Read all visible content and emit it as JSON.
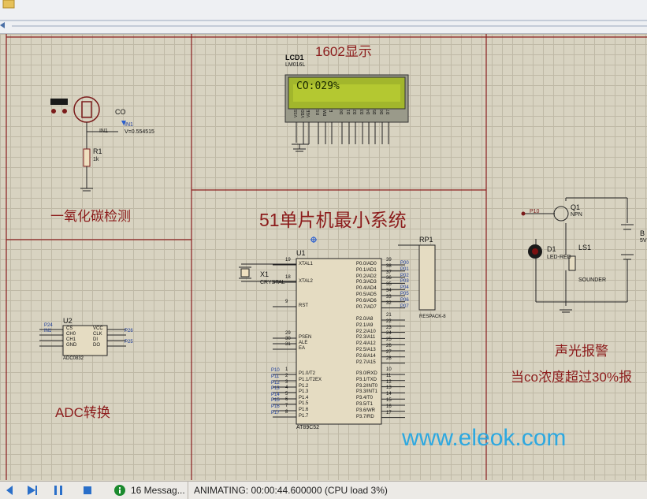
{
  "window": {
    "title_icon": "folder-icon"
  },
  "sections": {
    "lcd_title": "1602显示",
    "co_title": "一氧化碳检测",
    "mcu_title": "51单片机最小系统",
    "adc_title": "ADC转换",
    "alarm_title": "声光报警",
    "alarm_desc": "当co浓度超过30%报"
  },
  "lcd": {
    "ref": "LCD1",
    "model": "LM016L",
    "display": "CO:029%",
    "pins": [
      "VSS",
      "VDD",
      "VEE",
      "RS",
      "RW",
      "E",
      "D0",
      "D1",
      "D2",
      "D3",
      "D4",
      "D5",
      "D6",
      "D7"
    ]
  },
  "sensor": {
    "name": "CO",
    "pin": "IN1",
    "probe_label": "IN1",
    "probe_value": "V=0.554515",
    "resistor_ref": "R1",
    "resistor_value": "1k"
  },
  "mcu": {
    "ref": "U1",
    "model": "AT89C52",
    "left_pins": [
      {
        "num": "19",
        "name": "XTAL1"
      },
      {
        "num": "18",
        "name": "XTAL2"
      },
      {
        "num": "9",
        "name": "RST"
      },
      {
        "num": "29",
        "name": "PSEN"
      },
      {
        "num": "30",
        "name": "ALE"
      },
      {
        "num": "31",
        "name": "EA"
      },
      {
        "num": "1",
        "name": "P1.0/T2"
      },
      {
        "num": "2",
        "name": "P1.1/T2EX"
      },
      {
        "num": "3",
        "name": "P1.2"
      },
      {
        "num": "4",
        "name": "P1.3"
      },
      {
        "num": "5",
        "name": "P1.4"
      },
      {
        "num": "6",
        "name": "P1.5"
      },
      {
        "num": "7",
        "name": "P1.6"
      },
      {
        "num": "8",
        "name": "P1.7"
      }
    ],
    "right_pins": [
      {
        "num": "39",
        "name": "P0.0/AD0"
      },
      {
        "num": "38",
        "name": "P0.1/AD1"
      },
      {
        "num": "37",
        "name": "P0.2/AD2"
      },
      {
        "num": "36",
        "name": "P0.3/AD3"
      },
      {
        "num": "35",
        "name": "P0.4/AD4"
      },
      {
        "num": "34",
        "name": "P0.5/AD5"
      },
      {
        "num": "33",
        "name": "P0.6/AD6"
      },
      {
        "num": "32",
        "name": "P0.7/AD7"
      },
      {
        "num": "21",
        "name": "P2.0/A8"
      },
      {
        "num": "22",
        "name": "P2.1/A9"
      },
      {
        "num": "23",
        "name": "P2.2/A10"
      },
      {
        "num": "24",
        "name": "P2.3/A11"
      },
      {
        "num": "25",
        "name": "P2.4/A12"
      },
      {
        "num": "26",
        "name": "P2.5/A13"
      },
      {
        "num": "27",
        "name": "P2.6/A14"
      },
      {
        "num": "28",
        "name": "P2.7/A15"
      },
      {
        "num": "10",
        "name": "P3.0/RXD"
      },
      {
        "num": "11",
        "name": "P3.1/TXD"
      },
      {
        "num": "12",
        "name": "P3.2/INT0"
      },
      {
        "num": "13",
        "name": "P3.3/INT1"
      },
      {
        "num": "14",
        "name": "P3.4/T0"
      },
      {
        "num": "15",
        "name": "P3.5/T1"
      },
      {
        "num": "16",
        "name": "P3.6/WR"
      },
      {
        "num": "17",
        "name": "P3.7/RD"
      }
    ],
    "port0_labels": [
      "P00",
      "P01",
      "P02",
      "P03",
      "P04",
      "P05",
      "P06",
      "P07"
    ],
    "port1_labels": [
      "P10",
      "P11",
      "P12",
      "P13",
      "P14",
      "P15",
      "P16",
      "P17"
    ],
    "crystal_ref": "X1",
    "crystal_model": "CRYSTAL"
  },
  "rp": {
    "ref": "RP1",
    "model": "RESPACK-8"
  },
  "adc": {
    "ref": "U2",
    "model": "ADC0832",
    "left_pins": [
      "CS",
      "CH0",
      "CH1",
      "GND"
    ],
    "right_pins": [
      "VCC",
      "CLK",
      "DI",
      "DO"
    ],
    "left_nets": [
      "P24",
      "IN1",
      "",
      ""
    ],
    "right_nets": [
      "",
      "P26",
      "",
      "P25"
    ]
  },
  "alarm": {
    "q_ref": "Q1",
    "q_model": "NPN",
    "d_ref": "D1",
    "d_model": "LED-RED",
    "ls_ref": "LS1",
    "ls_model": "SOUNDER",
    "net": "P10",
    "battery_ref": "B",
    "battery_value": "5V"
  },
  "watermark": "www.eleok.com",
  "status": {
    "messages": "16 Messag...",
    "animating": "ANIMATING: 00:00:44.600000 (CPU load 3%)"
  }
}
